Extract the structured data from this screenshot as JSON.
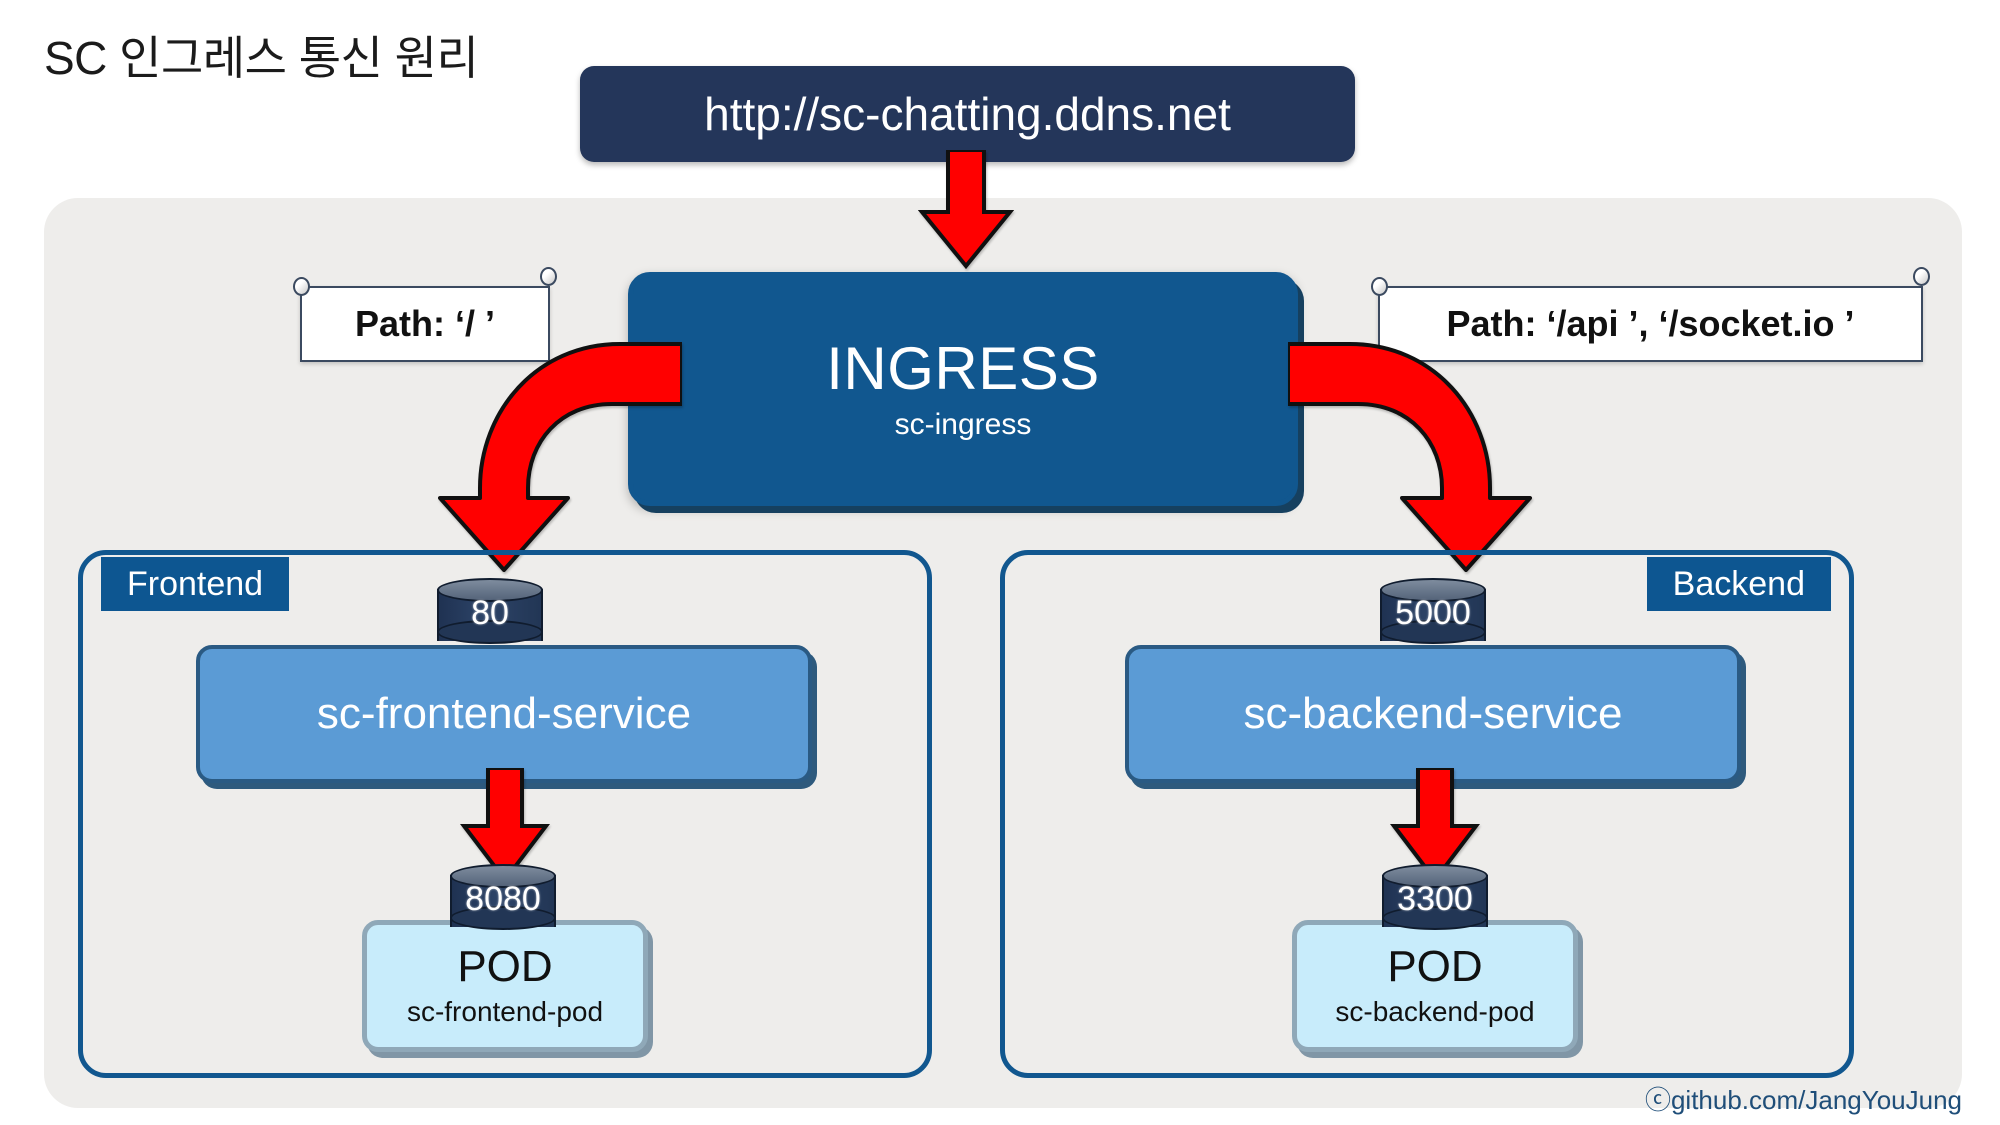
{
  "page": {
    "title": "SC 인그레스 통신 원리",
    "footer_credit": "ⓒgithub.com/JangYouJung"
  },
  "url_bar": {
    "url": "http://sc-chatting.ddns.net"
  },
  "ingress": {
    "title": "INGRESS",
    "name": "sc-ingress"
  },
  "path_labels": {
    "left": "Path: ‘/ ’",
    "right": "Path: ‘/api ’, ‘/socket.io ’"
  },
  "frontend": {
    "tag": "Frontend",
    "service_port": "80",
    "service_name": "sc-frontend-service",
    "pod_port": "8080",
    "pod_title": "POD",
    "pod_name": "sc-frontend-pod"
  },
  "backend": {
    "tag": "Backend",
    "service_port": "5000",
    "service_name": "sc-backend-service",
    "pod_port": "3300",
    "pod_title": "POD",
    "pod_name": "sc-backend-pod"
  },
  "colors": {
    "ingress_blue": "#11578f",
    "service_blue": "#5b9bd5",
    "pod_cyan": "#c8ecfb",
    "port_navy": "#223655",
    "arrow_red": "#ff0000",
    "url_navy": "#24365a",
    "canvas_gray": "#eeedeb"
  },
  "icons": {
    "arrow": "down-arrow-icon",
    "curved_arrow": "curved-arrow-icon",
    "scroll": "scroll-banner-icon",
    "copyright": "copyright-icon"
  }
}
